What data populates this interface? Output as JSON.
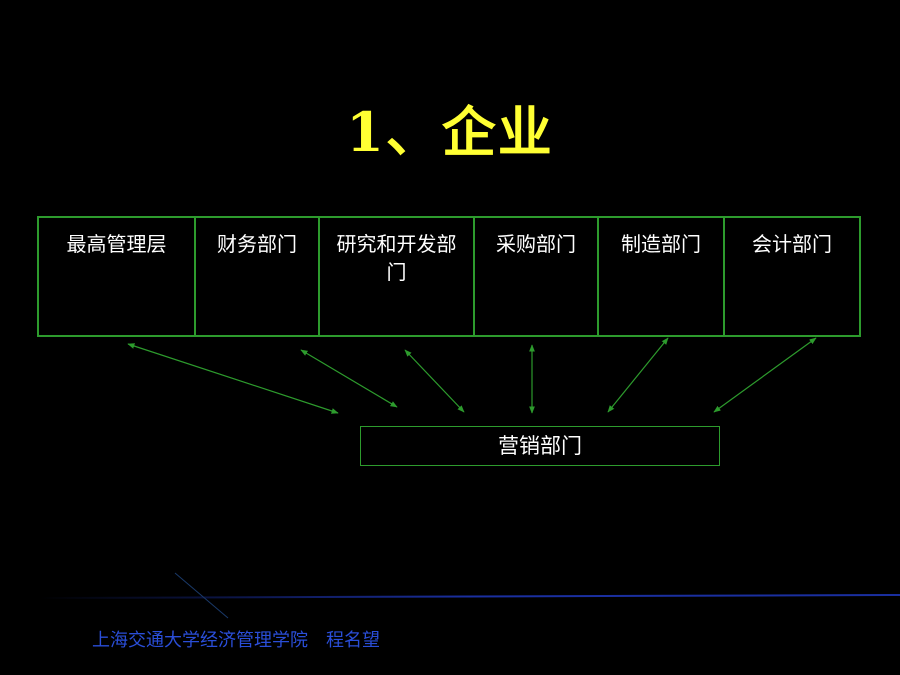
{
  "title": "1、企业",
  "departments": [
    {
      "label": "最高管理层"
    },
    {
      "label": "财务部门"
    },
    {
      "label": "研究和开发部门"
    },
    {
      "label": "采购部门"
    },
    {
      "label": "制造部门"
    },
    {
      "label": "会计部门"
    }
  ],
  "marketing": {
    "label": "营销部门"
  },
  "footer": {
    "text": "上海交通大学经济管理学院　程名望"
  },
  "colors": {
    "background": "#000000",
    "title": "#ffff33",
    "border": "#2d9b2d",
    "text": "#ffffff",
    "footer": "#2a4ed8",
    "footer_line": "#1a2fa0"
  }
}
